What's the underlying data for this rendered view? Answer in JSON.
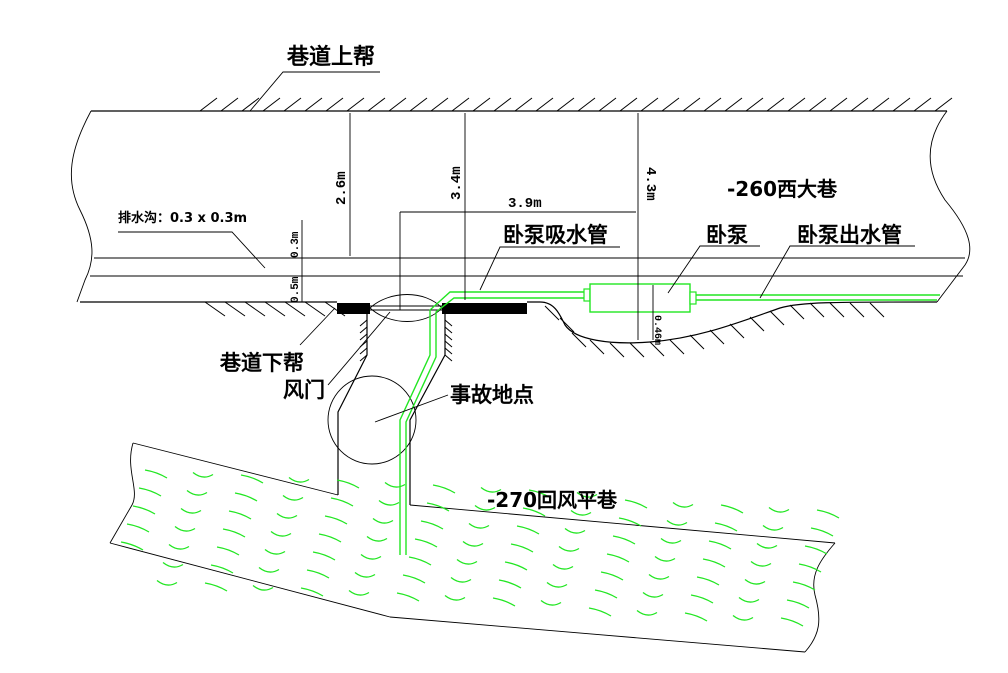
{
  "labels": {
    "upper_wall": "巷道上帮",
    "lower_wall": "巷道下帮",
    "air_door": "风门",
    "accident_site": "事故地点",
    "main_roadway": "-260西大巷",
    "return_roadway": "-270回风平巷",
    "drain_ditch": "排水沟：0.3 x 0.3m",
    "suction_pipe": "卧泵吸水管",
    "pump": "卧泵",
    "discharge_pipe": "卧泵出水管"
  },
  "dimensions": {
    "d1": "2.6m",
    "d2": "3.4m",
    "d3": "4.3m",
    "d4": "3.9m",
    "d5": "0.3m",
    "d6": "0.5m",
    "d7": "0.46m"
  },
  "colors": {
    "line": "#000000",
    "water": "#22e622",
    "pipe": "#22e622"
  }
}
